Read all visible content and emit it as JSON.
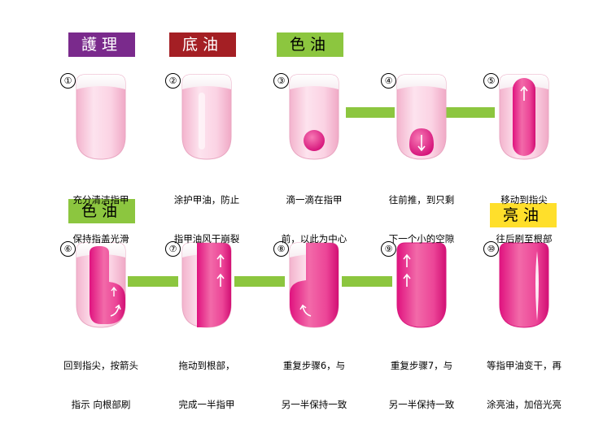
{
  "labels": {
    "care": "護理",
    "base": "底油",
    "color1": "色油",
    "color2": "色油",
    "top": "亮油"
  },
  "steps": [
    {
      "num": "①",
      "line1": "充分清洁指甲",
      "line2": "保持指盖光滑"
    },
    {
      "num": "②",
      "line1": "涂护甲油，防止",
      "line2": "指甲油风干崩裂"
    },
    {
      "num": "③",
      "line1": "滴一滴在指甲",
      "line2": "前，以此为中心"
    },
    {
      "num": "④",
      "line1": "往前推，到只剩",
      "line2": "下一个小的空隙"
    },
    {
      "num": "⑤",
      "line1": "移动到指尖",
      "line2": "往后刷至根部"
    },
    {
      "num": "⑥",
      "line1": "回到指尖，按箭头",
      "line2": "指示 向根部刷"
    },
    {
      "num": "⑦",
      "line1": "拖动到根部，",
      "line2": "完成一半指甲"
    },
    {
      "num": "⑧",
      "line1": "重复步骤6，与",
      "line2": "另一半保持一致"
    },
    {
      "num": "⑨",
      "line1": "重复步骤7，与",
      "line2": "另一半保持一致"
    },
    {
      "num": "⑩",
      "line1": "等指甲油变干，再",
      "line2": "涂亮油，加倍光亮"
    }
  ],
  "colors": {
    "accent_green": "#8cc63f",
    "nail_pink": "#f9cfe0",
    "polish_magenta": "#e8238f",
    "care_purple": "#7a2a8c",
    "base_red": "#a41f24",
    "top_yellow": "#ffdf2b"
  }
}
